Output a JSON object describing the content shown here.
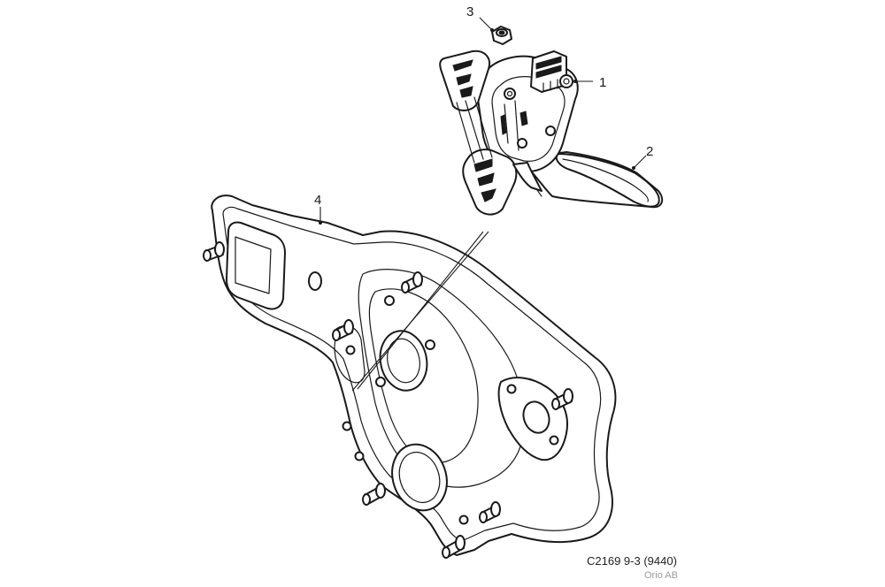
{
  "callouts": [
    {
      "id": "1",
      "label": "1"
    },
    {
      "id": "2",
      "label": "2"
    },
    {
      "id": "3",
      "label": "3"
    },
    {
      "id": "4",
      "label": "4"
    }
  ],
  "caption": {
    "code": "C2169 9-3 (9440)",
    "owner": "Orio AB"
  },
  "colors": {
    "ink": "#1a1a1a",
    "background": "#ffffff",
    "owner_text": "#9a9a9a"
  }
}
